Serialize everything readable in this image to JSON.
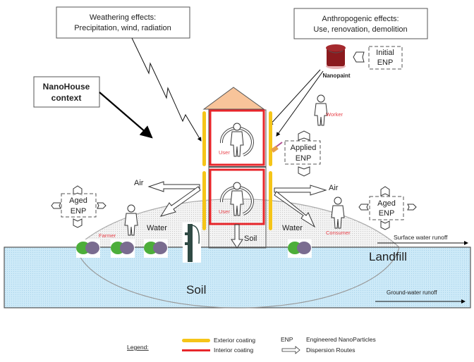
{
  "title_box": {
    "line1": "NanoHouse",
    "line2": "context"
  },
  "weathering": {
    "line1": "Weathering effects:",
    "line2": "Precipitation, wind, radiation"
  },
  "anthropogenic": {
    "line1": "Anthropogenic effects:",
    "line2": "Use, renovation, demolition"
  },
  "nanopaint": {
    "label": "Nanopaint"
  },
  "initial_enp": {
    "line1": "Initial",
    "line2": "ENP"
  },
  "applied_enp": {
    "line1": "Applied",
    "line2": "ENP"
  },
  "aged_enp_left": {
    "line1": "Aged",
    "line2": "ENP"
  },
  "aged_enp_right": {
    "line1": "Aged",
    "line2": "ENP"
  },
  "people": {
    "worker": "Worker",
    "user_top": "User",
    "user_bottom": "User",
    "farmer": "Farmer",
    "consumer": "Consumer"
  },
  "routes": {
    "air_left": "Air",
    "water_left": "Water",
    "air_right": "Air",
    "water_right": "Water",
    "soil_down": "Soil"
  },
  "ground": {
    "soil": "Soil",
    "landfill": "Landfill",
    "surface_runoff": "Surface water runoff",
    "groundwater_runoff": "Ground-water runoff"
  },
  "legend": {
    "title": "Legend:",
    "exterior": "Exterior coating",
    "interior": "Interior coating",
    "enp_abbr": "ENP",
    "enp_full": "Engineered NanoParticles",
    "dispersion": "Dispersion Routes"
  },
  "colors": {
    "exterior_coating": "#f5c518",
    "interior_coating": "#e8262b",
    "roof": "#f8c49a",
    "ground": "#cfeaf7",
    "label_red": "#e8424a"
  }
}
